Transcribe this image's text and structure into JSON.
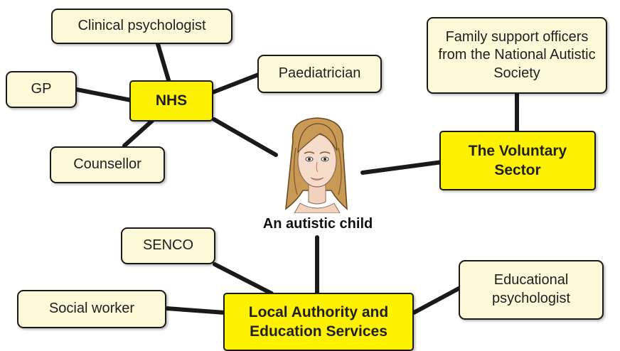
{
  "center": {
    "label": "An autistic child"
  },
  "hubs": {
    "nhs": "NHS",
    "voluntary": "The Voluntary Sector",
    "local": "Local Authority and Education Services"
  },
  "nhs_items": {
    "clinical": "Clinical psychologist",
    "gp": "GP",
    "paediatrician": "Paediatrician",
    "counsellor": "Counsellor"
  },
  "voluntary_items": {
    "family": "Family support officers from the National Autistic Society"
  },
  "local_items": {
    "senco": "SENCO",
    "social": "Social worker",
    "edpsych": "Educational psychologist"
  },
  "colors": {
    "hub_fill": "#fff200",
    "item_fill": "#fdf8d8",
    "line": "#1a1a1a"
  }
}
